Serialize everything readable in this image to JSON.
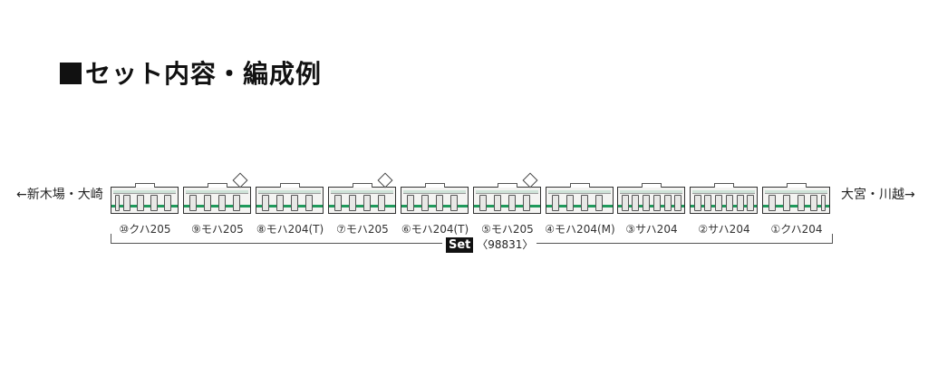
{
  "title": "セット内容・編成例",
  "direction": {
    "left": "←新木場・大崎",
    "right": "大宮・川越→"
  },
  "set": {
    "badge": "Set",
    "number": "〈98831〉"
  },
  "colors": {
    "stripe": "#1f9a5c",
    "body": "#f4f4f2",
    "outline": "#333333"
  },
  "cars": [
    {
      "label": "⑩クハ205",
      "pantograph": false
    },
    {
      "label": "⑨モハ205",
      "pantograph": true
    },
    {
      "label": "⑧モハ204(T)",
      "pantograph": false
    },
    {
      "label": "⑦モハ205",
      "pantograph": true
    },
    {
      "label": "⑥モハ204(T)",
      "pantograph": false
    },
    {
      "label": "⑤モハ205",
      "pantograph": true
    },
    {
      "label": "④モハ204(M)",
      "pantograph": false
    },
    {
      "label": "③サハ204",
      "pantograph": false
    },
    {
      "label": "②サハ204",
      "pantograph": false
    },
    {
      "label": "①クハ204",
      "pantograph": false
    }
  ]
}
